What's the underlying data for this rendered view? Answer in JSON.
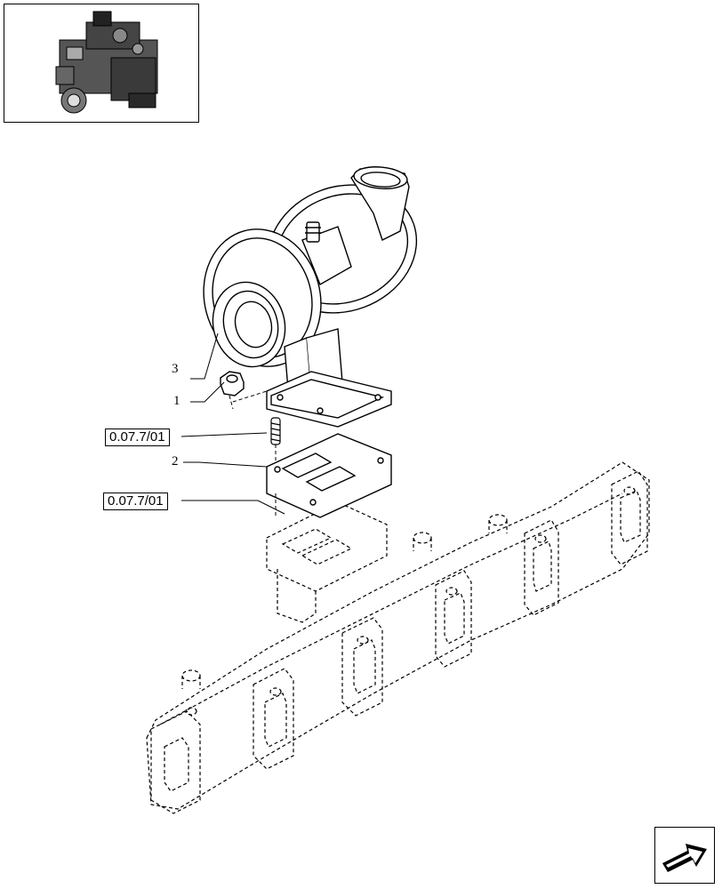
{
  "thumbnail": {
    "icon": "engine-thumbnail-icon"
  },
  "callouts": [
    {
      "id": "3",
      "label": "3"
    },
    {
      "id": "1",
      "label": "1"
    },
    {
      "id": "2",
      "label": "2"
    }
  ],
  "references": [
    {
      "label": "0.07.7/01"
    },
    {
      "label": "0.07.7/01"
    }
  ],
  "navigation": {
    "icon": "next-page-arrow-icon"
  },
  "colors": {
    "line": "#000000",
    "background": "#ffffff"
  }
}
